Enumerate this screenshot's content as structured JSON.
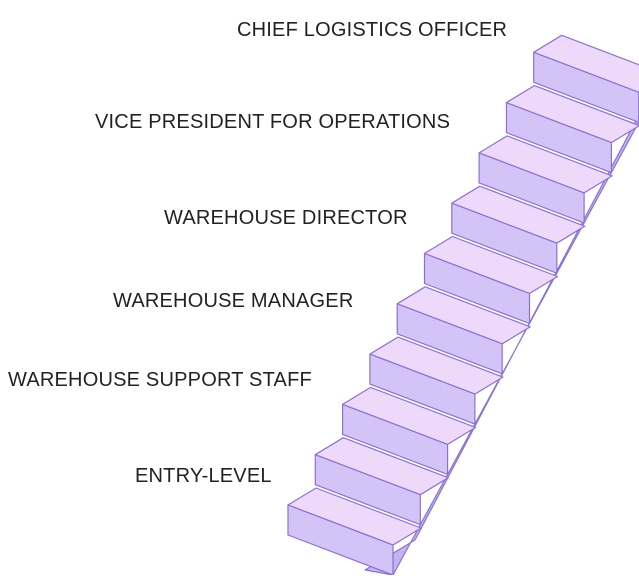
{
  "labels": [
    {
      "text": "CHIEF LOGISTICS OFFICER"
    },
    {
      "text": "VICE PRESIDENT FOR OPERATIONS"
    },
    {
      "text": "WAREHOUSE DIRECTOR"
    },
    {
      "text": "WAREHOUSE MANAGER"
    },
    {
      "text": "WAREHOUSE SUPPORT STAFF"
    },
    {
      "text": "ENTRY-LEVEL"
    }
  ],
  "steps": {
    "count": 10
  },
  "colors": {
    "tread": "#efd9fb",
    "riser": "#d3c3f7",
    "side": "#c4b2f3",
    "stroke": "#8a73cf"
  }
}
